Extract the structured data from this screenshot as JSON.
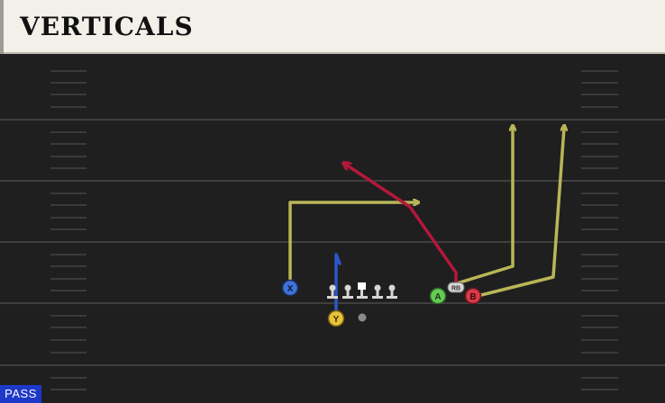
{
  "play": {
    "title": "VERTICALS",
    "mode": "PASS"
  },
  "players": {
    "x": {
      "label": "X",
      "color": "#3f73d9"
    },
    "y": {
      "label": "Y",
      "color": "#e7c23a"
    },
    "a": {
      "label": "A",
      "color": "#66cc55"
    },
    "b": {
      "label": "B",
      "color": "#d93b47"
    },
    "rb": {
      "label": "RB",
      "color": "#d6d6d6"
    }
  },
  "routes": {
    "x_color": "#b9b658",
    "a_color": "#b9b658",
    "b_color": "#b9b658",
    "rb_color": "#b3183a",
    "y_color": "#2d56c7"
  },
  "colors": {
    "field": "#1f1f1f",
    "yard_line": "#4a4a4a",
    "hash_mark": "#444444",
    "title_bg": "#f2f0e9",
    "badge": "#1d39c9"
  }
}
